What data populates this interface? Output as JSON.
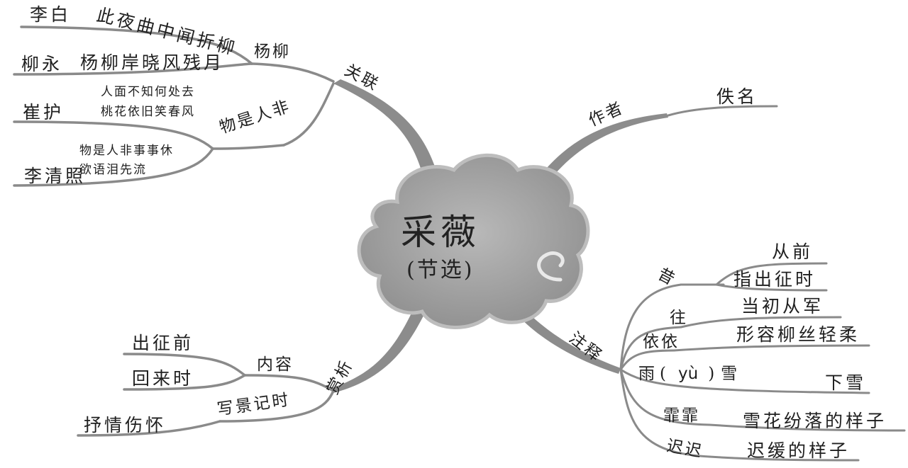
{
  "center": {
    "title": "采薇",
    "subtitle": "(节选)"
  },
  "branches": {
    "guanlian": {
      "label": "关联",
      "yangliu": {
        "label": "杨柳",
        "libai": {
          "author": "李白",
          "quote": "此夜曲中闻折柳"
        },
        "liuyong": {
          "author": "柳永",
          "quote": "杨柳岸晓风残月"
        }
      },
      "wushirenfei": {
        "label": "物是人非",
        "cuihu": {
          "author": "崔护",
          "line1": "人面不知何处去",
          "line2": "桃花依旧笑春风"
        },
        "liqingzhao": {
          "author": "李清照",
          "line1": "物是人非事事休",
          "line2": "欲语泪先流"
        }
      }
    },
    "zuozhe": {
      "label": "作者",
      "value": "佚名"
    },
    "shangxi": {
      "label": "赏析",
      "neirong": {
        "label": "内容",
        "items": [
          "出征前",
          "回来时"
        ]
      },
      "xiejing": {
        "label": "写景记时",
        "value": "抒情伤怀"
      }
    },
    "zhushi": {
      "label": "注释",
      "xi": {
        "term": "昔",
        "meanings": [
          "从前",
          "指出征时"
        ]
      },
      "wang": {
        "term": "往",
        "meaning": "当初从军"
      },
      "yiyi": {
        "term": "依依",
        "meaning": "形容柳丝轻柔"
      },
      "yuxue": {
        "term_char": "雨",
        "open": "(",
        "pinyin": "yù",
        "close": ")",
        "term_tail": "雪",
        "meaning": "下雪"
      },
      "feifei": {
        "term": "霏霏",
        "meaning": "雪花纷落的样子"
      },
      "chichi": {
        "term": "迟迟",
        "meaning": "迟缓的样子"
      }
    }
  }
}
